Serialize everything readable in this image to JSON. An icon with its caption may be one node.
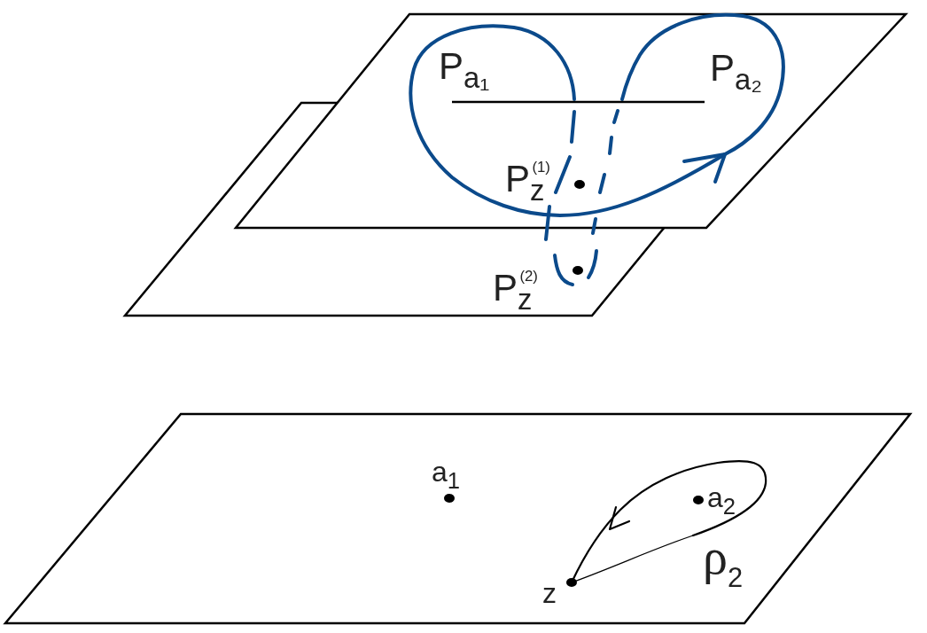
{
  "diagram": {
    "labels": [
      "P$_{a₁}$",
      "P$_{a₂}$",
      "P$_{z}$$^{(1)}$",
      "P$_{z}$$^{(2)}$",
      "a$_{1}$",
      "a$_{2}$",
      "ρ$_{2}$",
      "z"
    ]
  }
}
